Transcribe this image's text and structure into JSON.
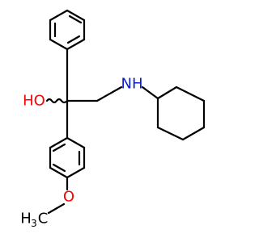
{
  "molecule": {
    "atoms": {
      "hydroxyl": "HO",
      "amine": "NH",
      "ether_oxygen": "O",
      "methyl_h": "H",
      "methyl_sub": "3",
      "methyl_c": "C"
    },
    "colors": {
      "bond": "#000000",
      "carbon_text": "#000000",
      "nitrogen": "#0b1fc9",
      "oxygen": "#ff0000"
    }
  }
}
